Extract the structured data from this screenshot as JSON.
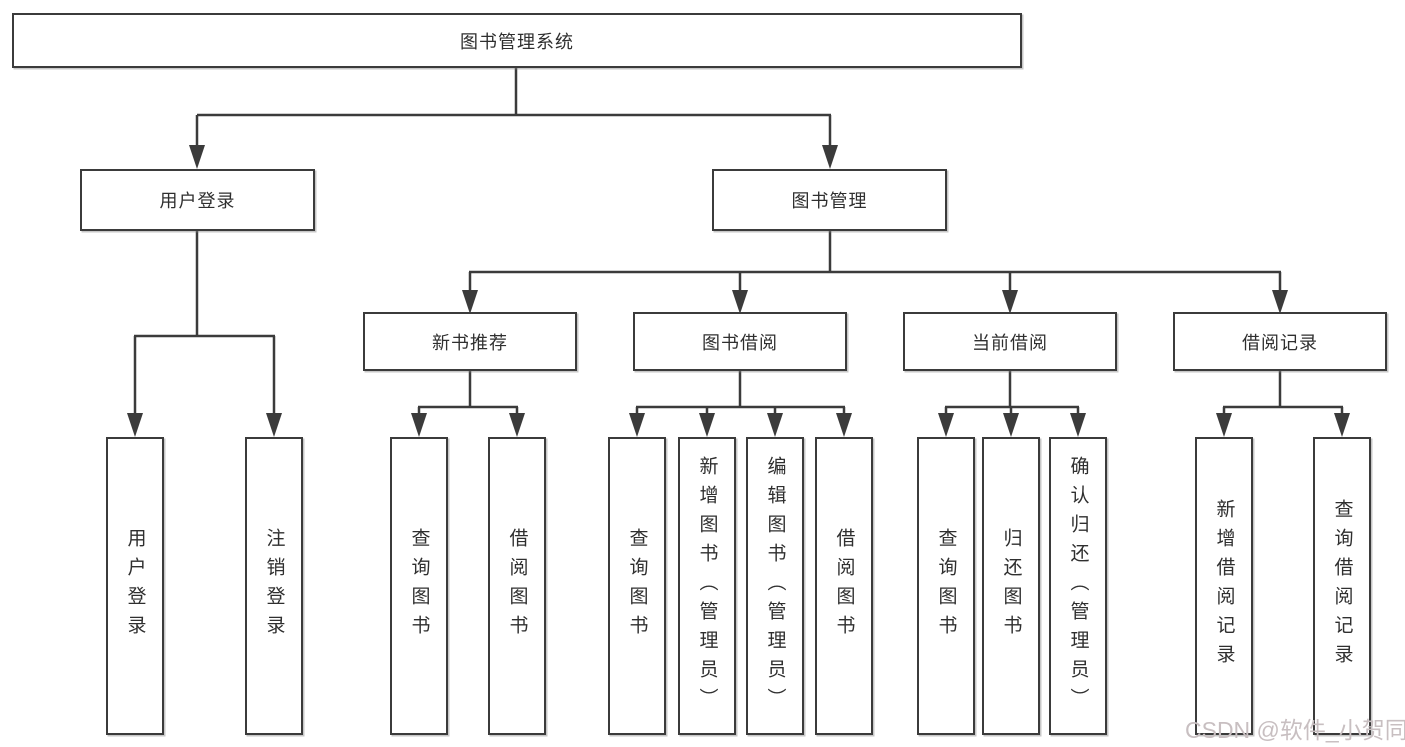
{
  "diagram": {
    "line_color": "#3b3b3b",
    "box_border_color": "#3b3b3b",
    "text_color": "#2f2f2f",
    "tree": {
      "label": "图书管理系统",
      "children": [
        {
          "label": "用户登录",
          "children": [
            {
              "label": "用户登录"
            },
            {
              "label": "注销登录"
            }
          ]
        },
        {
          "label": "图书管理",
          "children": [
            {
              "label": "新书推荐",
              "children": [
                {
                  "label": "查询图书"
                },
                {
                  "label": "借阅图书"
                }
              ]
            },
            {
              "label": "图书借阅",
              "children": [
                {
                  "label": "查询图书"
                },
                {
                  "label": "新增图书（管理员）"
                },
                {
                  "label": "编辑图书（管理员）"
                },
                {
                  "label": "借阅图书"
                }
              ]
            },
            {
              "label": "当前借阅",
              "children": [
                {
                  "label": "查询图书"
                },
                {
                  "label": "归还图书"
                },
                {
                  "label": "确认归还（管理员）"
                }
              ]
            },
            {
              "label": "借阅记录",
              "children": [
                {
                  "label": "新增借阅记录"
                },
                {
                  "label": "查询借阅记录"
                }
              ]
            }
          ]
        }
      ]
    }
  },
  "watermark": {
    "text": "CSDN @软件_小贺同学",
    "color": "#c8bfc1"
  }
}
